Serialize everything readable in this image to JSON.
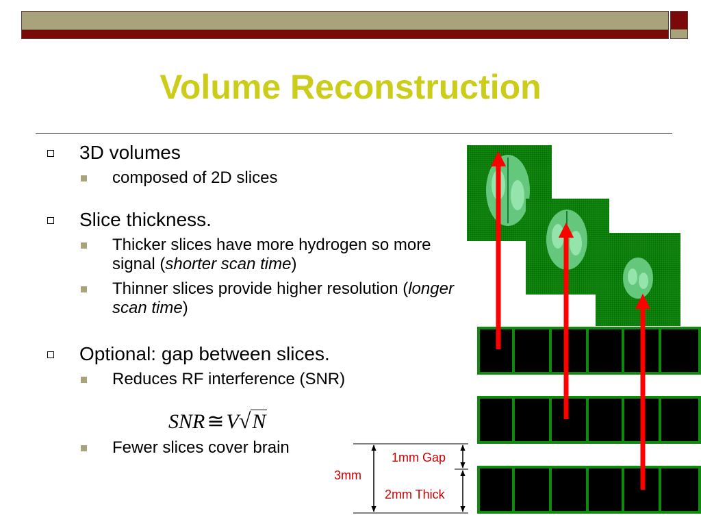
{
  "slide": {
    "title": "Volume Reconstruction",
    "bullets": [
      {
        "text": "3D volumes",
        "sub": [
          {
            "parts": [
              {
                "t": "composed of 2D slices"
              }
            ]
          }
        ]
      },
      {
        "text": "Slice thickness.",
        "sub": [
          {
            "parts": [
              {
                "t": "Thicker slices have more hydrogen so more signal ("
              },
              {
                "t": "shorter scan time",
                "i": true
              },
              {
                "t": ")"
              }
            ]
          },
          {
            "parts": [
              {
                "t": "Thinner slices provide higher resolution ("
              },
              {
                "t": "longer scan time",
                "i": true
              },
              {
                "t": ")"
              }
            ]
          }
        ]
      },
      {
        "text": "Optional: gap between slices.",
        "sub": [
          {
            "parts": [
              {
                "t": "Reduces RF interference (SNR)"
              }
            ]
          }
        ]
      }
    ],
    "equation": {
      "lhs": "SNR",
      "rel": "≅",
      "v": "V",
      "root": "√",
      "n": "N"
    },
    "last_bullet": "Fewer slices cover brain"
  },
  "diagram": {
    "gap_label": "1mm Gap",
    "total_label": "3mm",
    "thick_label": "2mm Thick",
    "colors": {
      "accent": "#cccc1a",
      "bar": "#7a0a0a",
      "stripe": "#a8a37a",
      "slab": "#0f8a0f",
      "arrow": "#ff0000"
    }
  }
}
